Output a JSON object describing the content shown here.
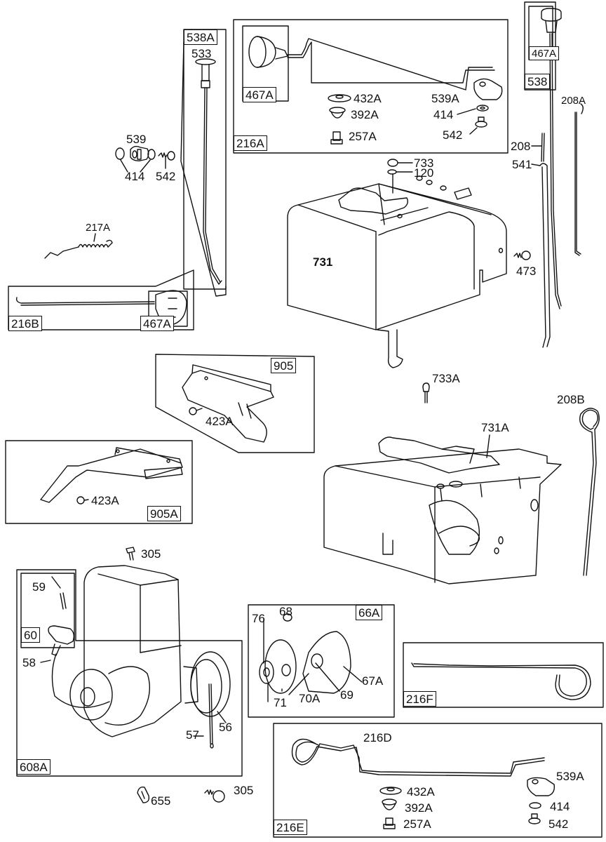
{
  "diagram": {
    "type": "exploded-parts-diagram",
    "subject": "Engine blower housing, fuel tank, rewind starter and control linkage",
    "color_ink": "#111111",
    "color_paper": "#ffffff"
  },
  "groups": {
    "g538A": {
      "code": "538A",
      "parts": [
        "533"
      ]
    },
    "g216A": {
      "code": "216A",
      "inner_box": "467A",
      "parts": [
        "432A",
        "392A",
        "257A",
        "539A",
        "414",
        "542"
      ]
    },
    "g538": {
      "code": "538",
      "inner_box": "467A"
    },
    "g216B": {
      "code": "216B",
      "inner_box": "467A"
    },
    "g905": {
      "code": "905",
      "parts": [
        "423A"
      ]
    },
    "g905A": {
      "code": "905A",
      "parts": [
        "423A"
      ]
    },
    "g608A": {
      "code": "608A",
      "inner_box": "60",
      "parts": [
        "59",
        "58",
        "57",
        "56"
      ]
    },
    "g66A": {
      "code": "66A",
      "parts": [
        "76",
        "68",
        "71",
        "70A",
        "69",
        "67A"
      ]
    },
    "g216F": {
      "code": "216F"
    },
    "g216E": {
      "code": "216E",
      "parts": [
        "216D",
        "432A",
        "392A",
        "257A",
        "539A",
        "414",
        "542"
      ]
    }
  },
  "labels": {
    "p539": "539",
    "p414a": "414",
    "p542a": "542",
    "p217A": "217A",
    "p533": "533",
    "p538A": "538A",
    "p467A_a": "467A",
    "p216A": "216A",
    "p432A_a": "432A",
    "p392A_a": "392A",
    "p257A_a": "257A",
    "p539A_a": "539A",
    "p414b": "414",
    "p542b": "542",
    "p467A_b": "467A",
    "p538": "538",
    "p208A": "208A",
    "p208": "208",
    "p541": "541",
    "p733": "733",
    "p120": "120",
    "p731": "731",
    "p473": "473",
    "p216B": "216B",
    "p467A_c": "467A",
    "p905": "905",
    "p423A_a": "423A",
    "p733A": "733A",
    "p208B": "208B",
    "p731A": "731A",
    "p905A": "905A",
    "p423A_b": "423A",
    "p305a": "305",
    "p59": "59",
    "p60": "60",
    "p58": "58",
    "p57": "57",
    "p56": "56",
    "p608A": "608A",
    "p655": "655",
    "p305b": "305",
    "p76": "76",
    "p68": "68",
    "p66A": "66A",
    "p71": "71",
    "p70A": "70A",
    "p69": "69",
    "p67A": "67A",
    "p216F": "216F",
    "p216D": "216D",
    "p432A_b": "432A",
    "p392A_b": "392A",
    "p257A_b": "257A",
    "p539A_b": "539A",
    "p414c": "414",
    "p542c": "542",
    "p216E": "216E"
  }
}
